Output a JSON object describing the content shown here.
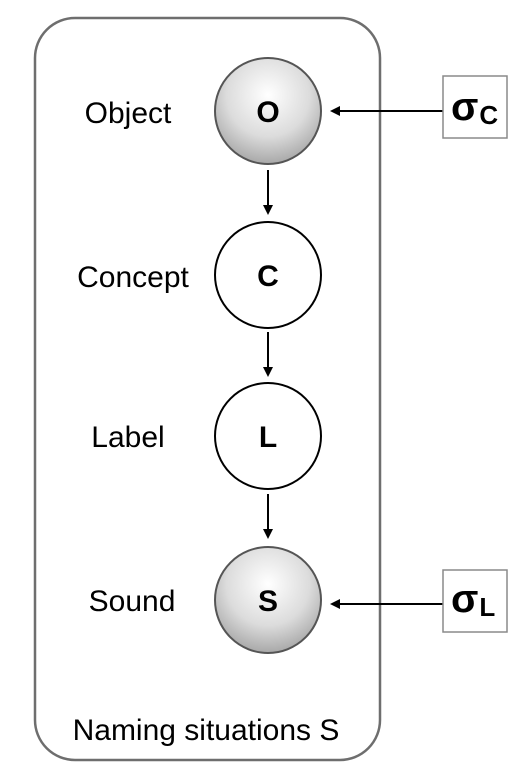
{
  "plate": {
    "label": "Naming situations S"
  },
  "nodes": [
    {
      "id": "object",
      "side_label": "Object",
      "symbol": "O",
      "shaded": true
    },
    {
      "id": "concept",
      "side_label": "Concept",
      "symbol": "C",
      "shaded": false
    },
    {
      "id": "label",
      "side_label": "Label",
      "symbol": "L",
      "shaded": false
    },
    {
      "id": "sound",
      "side_label": "Sound",
      "symbol": "S",
      "shaded": true
    }
  ],
  "params": [
    {
      "id": "sigma-c",
      "symbol": "σ",
      "subscript": "C",
      "target": "object"
    },
    {
      "id": "sigma-l",
      "symbol": "σ",
      "subscript": "L",
      "target": "sound"
    }
  ],
  "edges": [
    {
      "from": "object",
      "to": "concept"
    },
    {
      "from": "concept",
      "to": "label"
    },
    {
      "from": "label",
      "to": "sound"
    }
  ]
}
